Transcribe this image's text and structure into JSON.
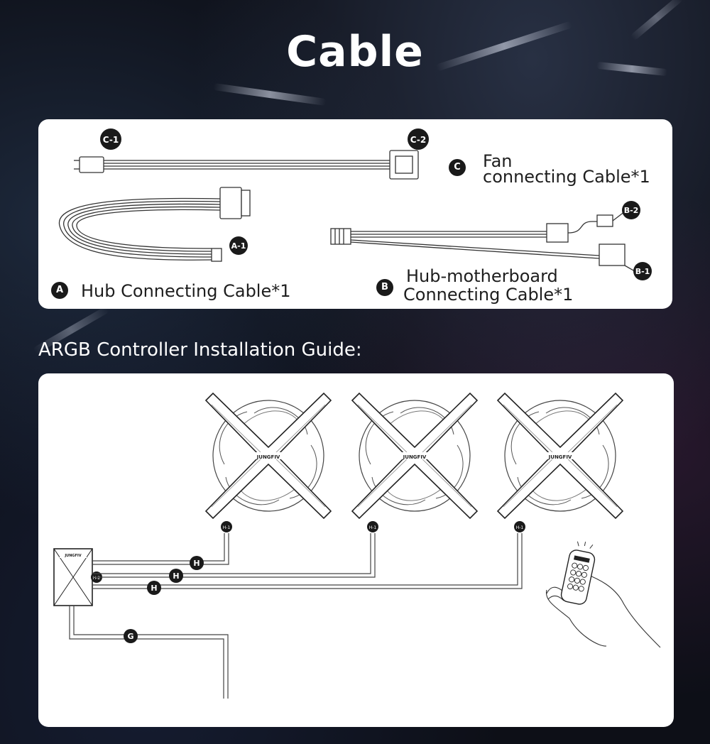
{
  "title": "Cable",
  "cables": {
    "c": {
      "badge": "C",
      "name_line1": "Fan",
      "name_line2": "connecting Cable*1",
      "end1": "C-1",
      "end2": "C-2"
    },
    "a": {
      "badge": "A",
      "name": "Hub Connecting Cable*1",
      "end": "A-1"
    },
    "b": {
      "badge": "B",
      "name_line1": "Hub-motherboard",
      "name_line2": "Connecting Cable*1",
      "end1": "B-1",
      "end2": "B-2"
    }
  },
  "guide": {
    "heading": "ARGB Controller Installation Guide:",
    "fan_brand": "JUNGFIV",
    "hub_brand": "JUNGFIV",
    "fan_port_label": "H-1",
    "hub_port_label": "H-2",
    "wire_labels": [
      "H",
      "H",
      "H",
      "G"
    ]
  },
  "icons": [
    "fan-icon",
    "hub-icon",
    "remote-control-icon",
    "hand-icon"
  ]
}
